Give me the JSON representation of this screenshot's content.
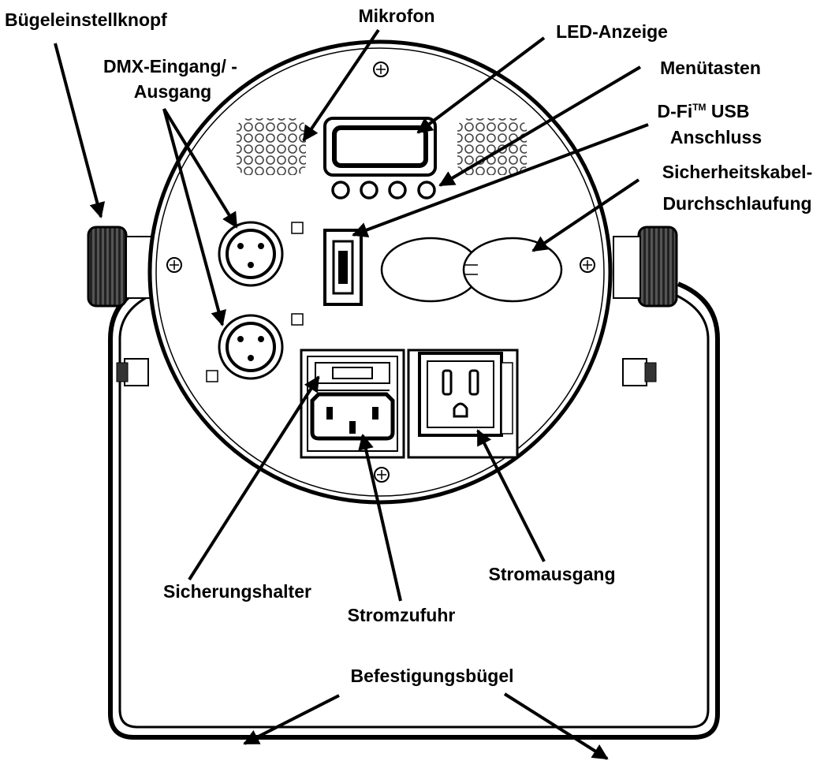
{
  "labels": {
    "knob": "Bügeleinstellknopf",
    "mic": "Mikrofon",
    "led": "LED-Anzeige",
    "dmx_line1": "DMX-Eingang/ -",
    "dmx_line2": "Ausgang",
    "menu": "Menütasten",
    "usb_line1_a": "D-Fi",
    "usb_line1_tm": "TM",
    "usb_line1_b": " USB",
    "usb_line2": "Anschluss",
    "safety_line1": "Sicherheitskabel-",
    "safety_line2": "Durchschlaufung",
    "fuse": "Sicherungshalter",
    "power_in": "Stromzufuhr",
    "power_out": "Stromausgang",
    "bracket": "Befestigungsbügel"
  },
  "colors": {
    "line": "#000000",
    "body_fill": "#ffffff",
    "dark_part": "#3a3a3a"
  }
}
